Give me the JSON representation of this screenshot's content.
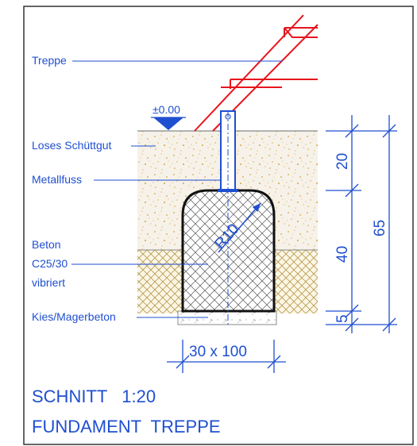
{
  "labels": {
    "stair": "Treppe",
    "level": "±0.00",
    "loose_fill": "Loses Schüttgut",
    "metal_foot": "Metallfuss",
    "concrete_1": "Beton",
    "concrete_2": "C25/30",
    "concrete_3": "vibriert",
    "gravel": "Kies/Magerbeton"
  },
  "dimensions": {
    "top": "20",
    "middle": "40",
    "bottom": "5",
    "total": "65",
    "width": "30 x 100",
    "radius": "R10"
  },
  "title": {
    "line1": "SCHNITT   1:20",
    "line2": "FUNDAMENT  TREPPE"
  },
  "colors": {
    "line": "#1f4fd1",
    "stair": "#e8141c",
    "fill_soil": "#d9a441",
    "gravel": "#b89a4a",
    "concrete_hatch": "#444444"
  }
}
